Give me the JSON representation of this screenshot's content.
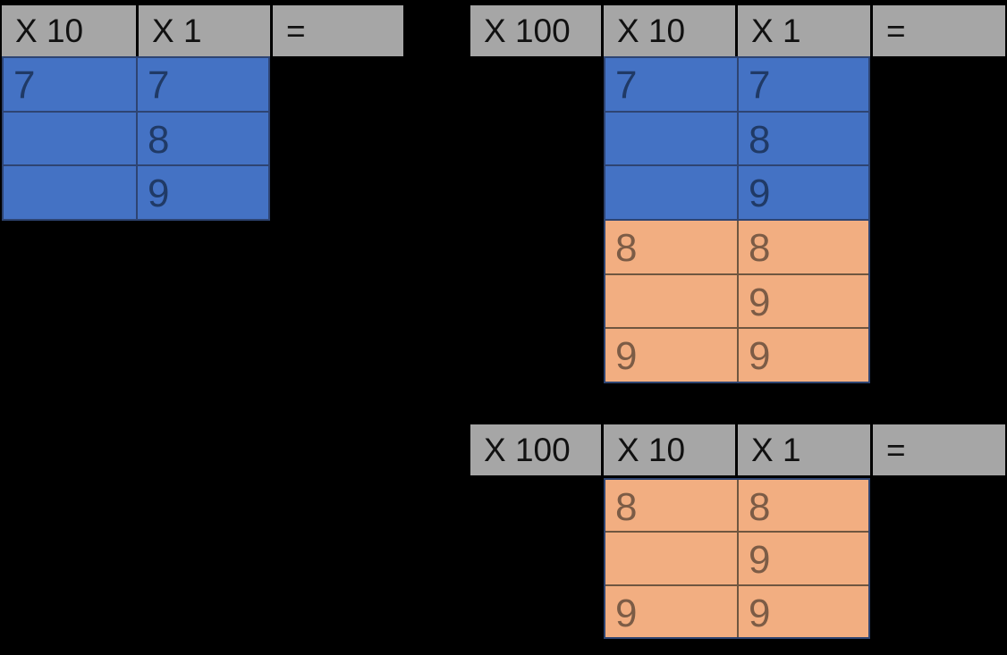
{
  "colors": {
    "background": "#000000",
    "header_fill": "#A6A6A6",
    "header_text": "#111111",
    "blue_fill": "#4472C4",
    "blue_text": "#203A66",
    "blue_border": "#2E4472",
    "orange_fill": "#F2AE81",
    "orange_text": "#7C5C46",
    "orange_border": "#6F5640"
  },
  "tables": [
    {
      "name": "place-value-table-tens",
      "headers": [
        "X 10",
        "X 1",
        "="
      ],
      "rows": [
        {
          "style": "blue",
          "cells": [
            "7",
            "7"
          ]
        },
        {
          "style": "blue",
          "cells": [
            "",
            "8"
          ]
        },
        {
          "style": "blue",
          "cells": [
            "",
            "9"
          ]
        }
      ]
    },
    {
      "name": "place-value-table-hundreds-top",
      "headers": [
        "X 100",
        "X 10",
        "X 1",
        "="
      ],
      "rows": [
        {
          "style": "blue",
          "cells": [
            "7",
            "7"
          ]
        },
        {
          "style": "blue",
          "cells": [
            "",
            "8"
          ]
        },
        {
          "style": "blue",
          "cells": [
            "",
            "9"
          ]
        },
        {
          "style": "orange",
          "cells": [
            "8",
            "8"
          ]
        },
        {
          "style": "orange",
          "cells": [
            "",
            "9"
          ]
        },
        {
          "style": "orange",
          "cells": [
            "9",
            "9"
          ]
        }
      ]
    },
    {
      "name": "place-value-table-hundreds-bottom",
      "headers": [
        "X 100",
        "X 10",
        "X 1",
        "="
      ],
      "rows": [
        {
          "style": "orange",
          "cells": [
            "8",
            "8"
          ]
        },
        {
          "style": "orange",
          "cells": [
            "",
            "9"
          ]
        },
        {
          "style": "orange",
          "cells": [
            "9",
            "9"
          ]
        }
      ]
    }
  ]
}
